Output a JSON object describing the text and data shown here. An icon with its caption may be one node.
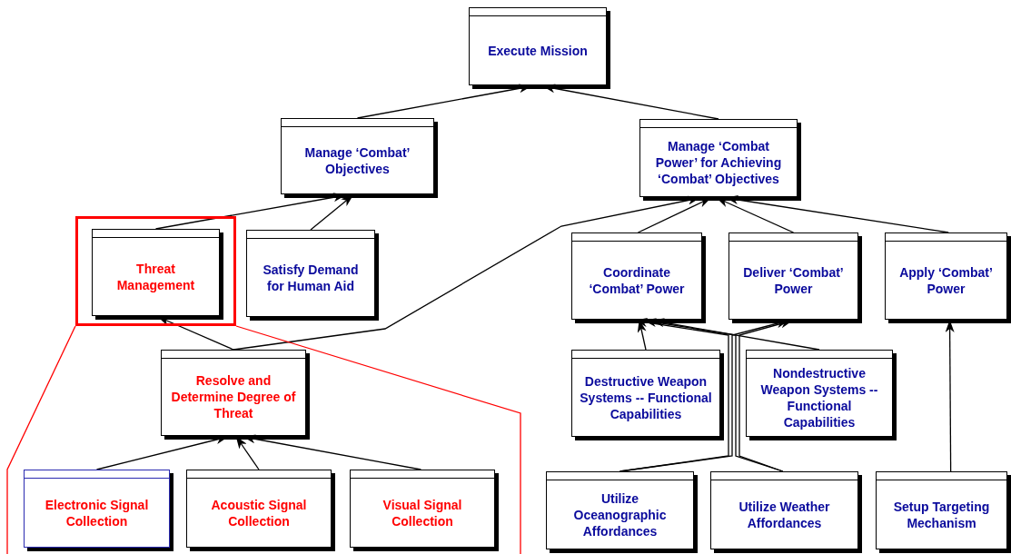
{
  "diagram": {
    "nodes": [
      {
        "text": [
          "Execute Mission"
        ]
      },
      {
        "text": [
          "Manage ‘Combat’ Objectives"
        ]
      },
      {
        "text": [
          "Manage ‘Combat Power’ for Achieving ‘Combat’ Objectives"
        ]
      },
      {
        "text": [],
        "shape": "box"
      },
      {
        "text": [
          "Threat Management"
        ],
        "in": 3
      },
      {
        "text": [
          "Satisfy Demand for Human Aid"
        ]
      },
      {
        "text": [
          "Coordinate ‘Combat’ Power"
        ]
      },
      {
        "text": [
          "Deliver ‘Combat’ Power"
        ]
      },
      {
        "text": [
          "Apply ‘Combat’ Power"
        ]
      },
      {
        "text": [
          "Resolve and Determine Degree of Threat"
        ]
      },
      {
        "text": [
          "Destructive Weapon Systems -- Functional Capabilities"
        ]
      },
      {
        "text": [
          "Nondestructive Weapon Systems -- Functional Capabilities"
        ]
      },
      {
        "text": [
          "Electronic Signal Collection"
        ]
      },
      {
        "text": [
          "Acoustic Signal Collection"
        ]
      },
      {
        "text": [
          "Visual Signal Collection"
        ]
      },
      {
        "text": [
          "Utilize Oceanographic Affordances"
        ]
      },
      {
        "text": [
          "Utilize Weather Affordances"
        ]
      },
      {
        "text": [
          "Setup Targeting Mechanism"
        ]
      }
    ],
    "edges": [
      {
        "from": 1,
        "to": 0,
        "arrow": "to"
      },
      {
        "from": 2,
        "to": 0,
        "arrow": "to"
      },
      {
        "from": 4,
        "to": 1,
        "arrow": "to"
      },
      {
        "from": 5,
        "to": 1,
        "arrow": "to"
      },
      {
        "from": 9,
        "to": 4,
        "arrow": "to"
      },
      {
        "from": 9,
        "to": 2,
        "arrow": "to"
      },
      {
        "from": 6,
        "to": 2,
        "arrow": "to"
      },
      {
        "from": 7,
        "to": 2,
        "arrow": "to"
      },
      {
        "from": 8,
        "to": 2,
        "arrow": "to"
      },
      {
        "from": 12,
        "to": 9,
        "arrow": "to"
      },
      {
        "from": 13,
        "to": 9,
        "arrow": "to"
      },
      {
        "from": 14,
        "to": 9,
        "arrow": "to"
      },
      {
        "from": 10,
        "to": 6,
        "arrow": "to"
      },
      {
        "from": 11,
        "to": 6,
        "arrow": "to"
      },
      {
        "from": 15,
        "to": 6,
        "arrow": "to"
      },
      {
        "from": 15,
        "to": 7,
        "arrow": "to"
      },
      {
        "from": 16,
        "to": 6,
        "arrow": "to"
      },
      {
        "from": 16,
        "to": 7,
        "arrow": "to"
      },
      {
        "from": 17,
        "to": 8,
        "arrow": "to"
      },
      {
        "from": 3,
        "to": null,
        "arrow": "none",
        "color": "#ff0000"
      },
      {
        "from": 3,
        "to": null,
        "arrow": "none",
        "color": "#ff0000"
      }
    ]
  }
}
